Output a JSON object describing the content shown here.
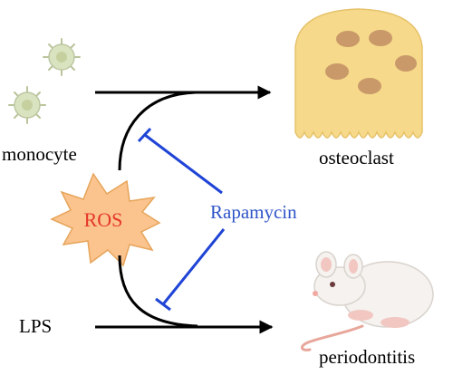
{
  "labels": {
    "monocyte": "monocyte",
    "osteoclast": "osteoclast",
    "ros": "ROS",
    "rapamycin": "Rapamycin",
    "lps": "LPS",
    "periodontitis": "periodontitis"
  },
  "colors": {
    "ros_text": "#e5362a",
    "ros_fill": "#fbc48e",
    "rapamycin_text": "#2f55c9",
    "inhibit_line": "#1f44d6",
    "osteoclast_body": "#f6d98a",
    "osteoclast_nucleus": "#c9996a",
    "monocyte_fill": "#d9e3bf",
    "mouse_fill": "#f5f2ef",
    "mouse_tail": "#e8a79b"
  }
}
